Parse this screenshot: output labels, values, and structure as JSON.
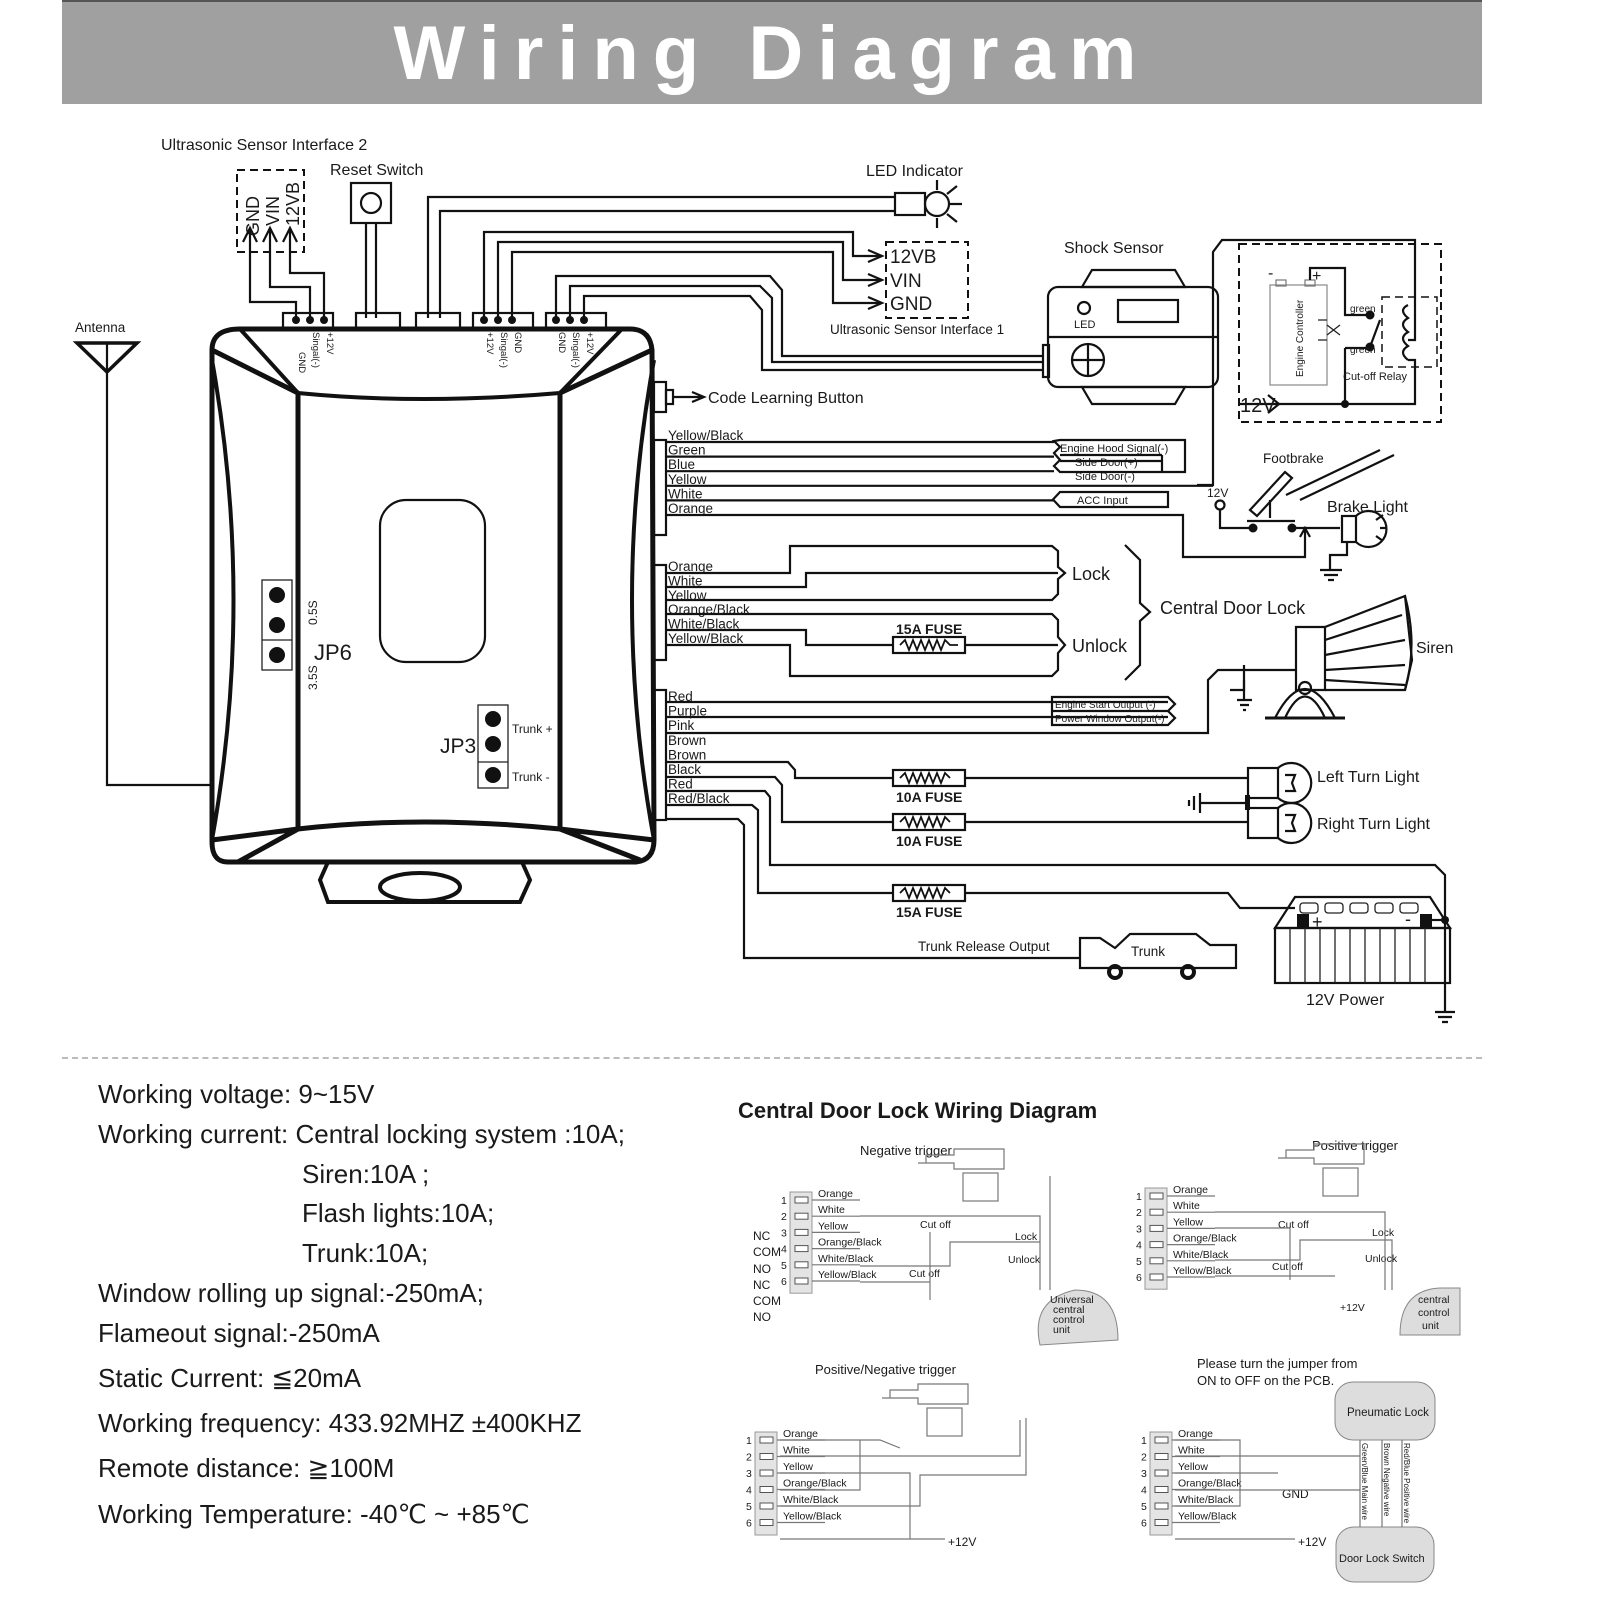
{
  "title": "Wiring Diagram",
  "main_diagram": {
    "ultrasonic_interface_2": {
      "label": "Ultrasonic Sensor Interface 2",
      "pins": [
        "GND",
        "VIN",
        "12VB"
      ]
    },
    "reset_switch": "Reset Switch",
    "led_indicator": "LED Indicator",
    "ultrasonic_interface_1": {
      "label": "Ultrasonic Sensor Interface 1",
      "pins": [
        "12VB",
        "VIN",
        "GND"
      ]
    },
    "shock_sensor": {
      "label": "Shock Sensor",
      "led": "LED"
    },
    "antenna": "Antenna",
    "code_learning_button": "Code Learning Button",
    "connector_pins": {
      "left": [
        "GND",
        "Singal(-)",
        "+12V"
      ],
      "middle": [
        "+12V",
        "Singal(-)",
        "GND"
      ],
      "right": [
        "GND",
        "Singal(-)",
        "+12V"
      ]
    },
    "jumpers": {
      "jp6": {
        "name": "JP6",
        "top": "0.5S",
        "bottom": "3.5S"
      },
      "jp3": {
        "name": "JP3",
        "top": "Trunk +",
        "bottom": "Trunk -"
      }
    },
    "wire_group_1": [
      "Yellow/Black",
      "Green",
      "Blue",
      "Yellow",
      "White",
      "Orange"
    ],
    "signal_tags_1": [
      "Engine Hood Signal(-)",
      "Side Door(+)",
      "Side Door(-)",
      "ACC Input"
    ],
    "wire_group_2": [
      "Orange",
      "White",
      "Yellow",
      "Orange/Black",
      "White/Black",
      "Yellow/Black"
    ],
    "lock": "Lock",
    "unlock": "Unlock",
    "central_door_lock": "Central Door Lock",
    "wire_group_3": [
      "Red",
      "Purple",
      "Pink",
      "Brown",
      "Brown",
      "Black",
      "Red",
      "Red/Black"
    ],
    "signal_tags_3": [
      "Engine Start Output (-)",
      "Power Window Output(-)"
    ],
    "fuses": [
      "15A FUSE",
      "10A FUSE",
      "10A FUSE",
      "15A FUSE"
    ],
    "engine_controller": "Engine Controller",
    "relay": {
      "label": "Cut-off Relay",
      "contact": "green",
      "supply": "12V",
      "minus": "-",
      "plus": "+"
    },
    "footbrake": "Footbrake",
    "brake_supply": "12V",
    "brake_light": "Brake Light",
    "siren": "Siren",
    "left_turn_light": "Left Turn Light",
    "right_turn_light": "Right Turn Light",
    "trunk_release_output": "Trunk Release Output",
    "trunk": "Trunk",
    "power": "12V Power",
    "battery_plus": "+",
    "battery_minus": "-"
  },
  "specs": [
    "Working voltage: 9~15V",
    "Working current: Central locking system :10A;",
    "Siren:10A ;",
    "Flash lights:10A;",
    "Trunk:10A;",
    "Window rolling up signal:-250mA;",
    "Flameout signal:-250mA",
    "Static Current: ≦20mA",
    "Working frequency: 433.92MHZ ±400KHZ",
    "Remote distance: ≧100M",
    "Working Temperature: -40℃  ~  +85℃"
  ],
  "door_lock": {
    "title": "Central Door Lock Wiring Diagram",
    "wires": [
      "Orange",
      "White",
      "Yellow",
      "Orange/Black",
      "White/Black",
      "Yellow/Black"
    ],
    "pin_numbers": [
      "1",
      "2",
      "3",
      "4",
      "5",
      "6"
    ],
    "negative": {
      "title": "Negative trigger",
      "relay_labels": [
        "NC",
        "COM",
        "NO",
        "NC",
        "COM",
        "NO"
      ],
      "cut_off": "Cut off",
      "lock": "Lock",
      "unlock": "Unlock",
      "unit": [
        "Universal",
        "central",
        "control",
        "unit"
      ]
    },
    "positive": {
      "title": "Positive trigger",
      "cut_off": "Cut off",
      "lock": "Lock",
      "unlock": "Unlock",
      "supply": "+12V",
      "unit": [
        "central",
        "control",
        "unit"
      ]
    },
    "posneg": {
      "title": "Positive/Negative  trigger",
      "supply": "+12V"
    },
    "pneumatic": {
      "note": [
        "Please turn the jumper from",
        "ON to OFF on the PCB."
      ],
      "lock": "Pneumatic Lock",
      "switch": "Door Lock Switch",
      "gnd": "GND",
      "supply": "+12V",
      "wires": [
        "Green/Blue  Main wire",
        "Brown  Negative wire",
        "Red/Blue  Positive wire"
      ]
    }
  }
}
